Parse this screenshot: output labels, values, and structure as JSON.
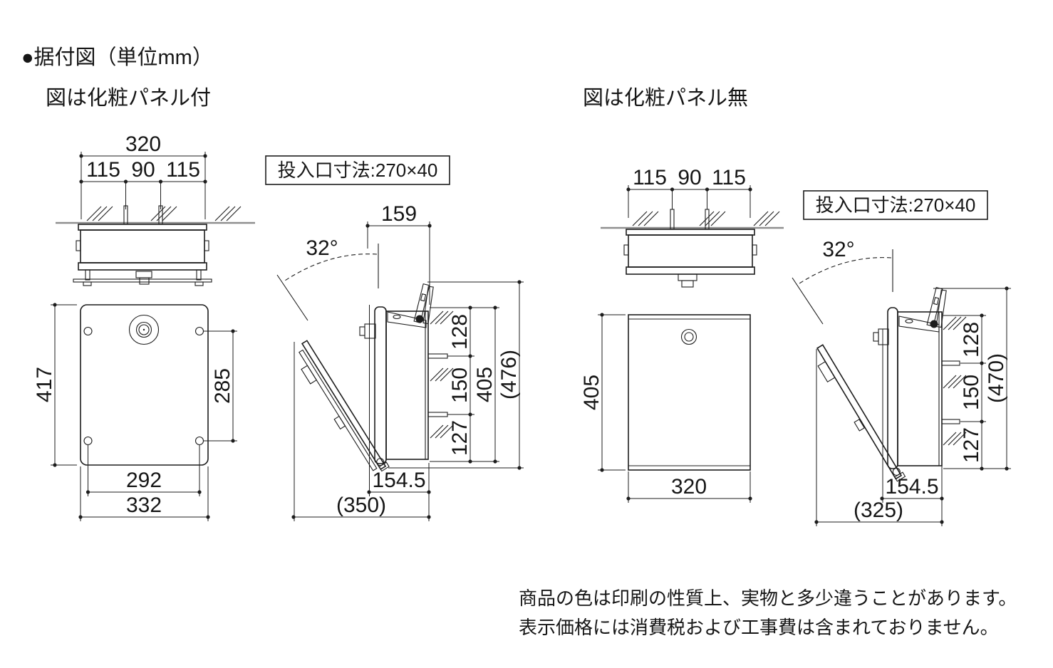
{
  "header": {
    "title": "●据付図（単位mm）"
  },
  "colors": {
    "line": "#1d1d1d",
    "wall_line": "#8f8f8f",
    "background": "#ffffff"
  },
  "notes": {
    "line1": "商品の色は印刷の性質上、実物と多少違うことがあります。",
    "line2": "表示価格には消費税および工事費は含まれておりません。"
  },
  "left": {
    "caption": "図は化粧パネル付",
    "slot_label": "投入口寸法:270×40",
    "top": {
      "total": "320",
      "a": "115",
      "b": "90",
      "c": "115"
    },
    "front": {
      "height": "417",
      "span": "285",
      "inner": "292",
      "outer": "332"
    },
    "side": {
      "depth": "159",
      "angle": "32°",
      "s1": "128",
      "s2": "150",
      "s3": "127",
      "h": "405",
      "total": "(476)",
      "base": "154.5",
      "open": "(350)"
    }
  },
  "right": {
    "caption": "図は化粧パネル無",
    "slot_label": "投入口寸法:270×40",
    "top": {
      "a": "115",
      "b": "90",
      "c": "115"
    },
    "front": {
      "height": "405",
      "width": "320"
    },
    "side": {
      "angle": "32°",
      "s1": "128",
      "s2": "150",
      "s3": "127",
      "total": "(470)",
      "base": "154.5",
      "open": "(325)"
    }
  }
}
